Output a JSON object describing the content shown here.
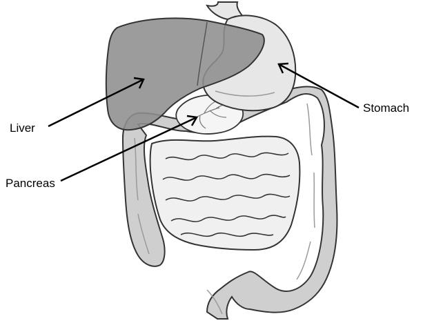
{
  "labels": {
    "liver": "Liver",
    "pancreas": "Pancreas",
    "stomach": "Stomach"
  },
  "colors": {
    "liver": "#8e8e8e",
    "stomach": "#e7e7e7",
    "colon": "#cfcfcf",
    "small_intestine": "#f0f0f0",
    "outline": "#333333"
  }
}
